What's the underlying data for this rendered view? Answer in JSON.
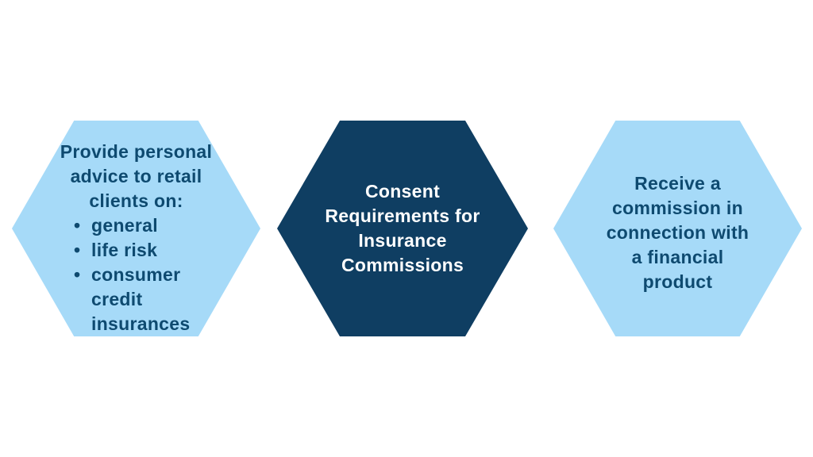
{
  "canvas": {
    "background_color": "#FFFFFF"
  },
  "colors": {
    "light_hexagon_fill": "#A6DAF8",
    "dark_hexagon_fill": "#0F3E62",
    "light_hexagon_text": "#0E4A70",
    "dark_hexagon_text": "#FFFFFF"
  },
  "diagram": {
    "type": "hexagon-row",
    "hexagons": [
      {
        "id": "left",
        "fill": "#A6DAF8",
        "text_color": "#0E4A70",
        "heading": "Provide personal\nadvice to retail\nclients on:",
        "bullet_glyph": "•",
        "bullets": [
          "general",
          "life risk",
          "consumer\ncredit\ninsurances"
        ]
      },
      {
        "id": "center",
        "fill": "#0F3E62",
        "text_color": "#FFFFFF",
        "heading": "Consent\nRequirements for\nInsurance\nCommissions"
      },
      {
        "id": "right",
        "fill": "#A6DAF8",
        "text_color": "#0E4A70",
        "heading": "Receive a\ncommission in\nconnection with\na financial\nproduct"
      }
    ]
  }
}
